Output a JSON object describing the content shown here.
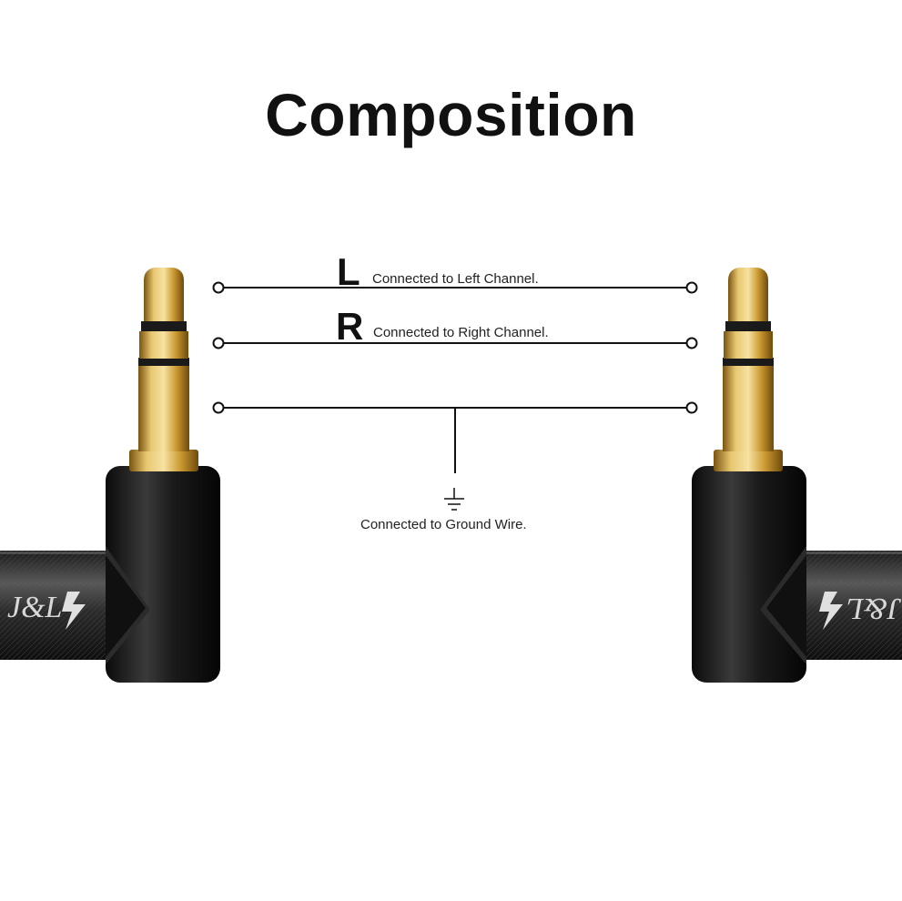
{
  "title": "Composition",
  "channels": {
    "left": {
      "letter": "L",
      "description": "Connected to Left Channel."
    },
    "right": {
      "letter": "R",
      "description": "Connected to Right Channel."
    },
    "ground": {
      "description": "Connected to Ground Wire."
    }
  },
  "brand_mark": "J&L",
  "colors": {
    "gold": "#c9a03c",
    "gold_dark": "#8a6418",
    "plug_black": "#1c1c1c",
    "cable": "#3a3a3a",
    "line": "#111111"
  },
  "icons": [
    "ground-symbol-icon",
    "lightning-icon"
  ]
}
